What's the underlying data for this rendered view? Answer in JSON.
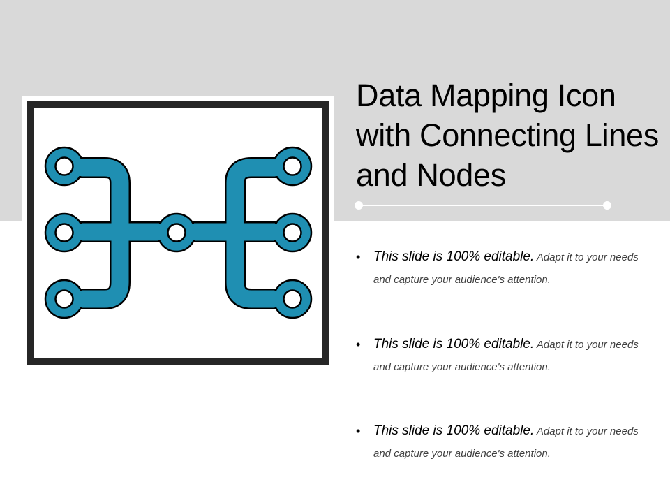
{
  "slide": {
    "title": "Data Mapping Icon with Connecting Lines and Nodes",
    "colors": {
      "band": "#d9d9d9",
      "icon_fill": "#1f8fb2",
      "icon_outline": "#000000",
      "frame": "#262626"
    },
    "icon": {
      "name": "data-mapping-icon",
      "nodes": 7
    },
    "bullets": [
      {
        "lead": "This slide is 100% editable.",
        "rest": " Adapt it to your needs and capture your audience's attention."
      },
      {
        "lead": "This slide is 100% editable.",
        "rest": " Adapt it to your needs and capture your audience's attention."
      },
      {
        "lead": "This slide is 100% editable.",
        "rest": " Adapt it to your needs and capture your audience's attention."
      }
    ],
    "bullet_mark": "•"
  }
}
